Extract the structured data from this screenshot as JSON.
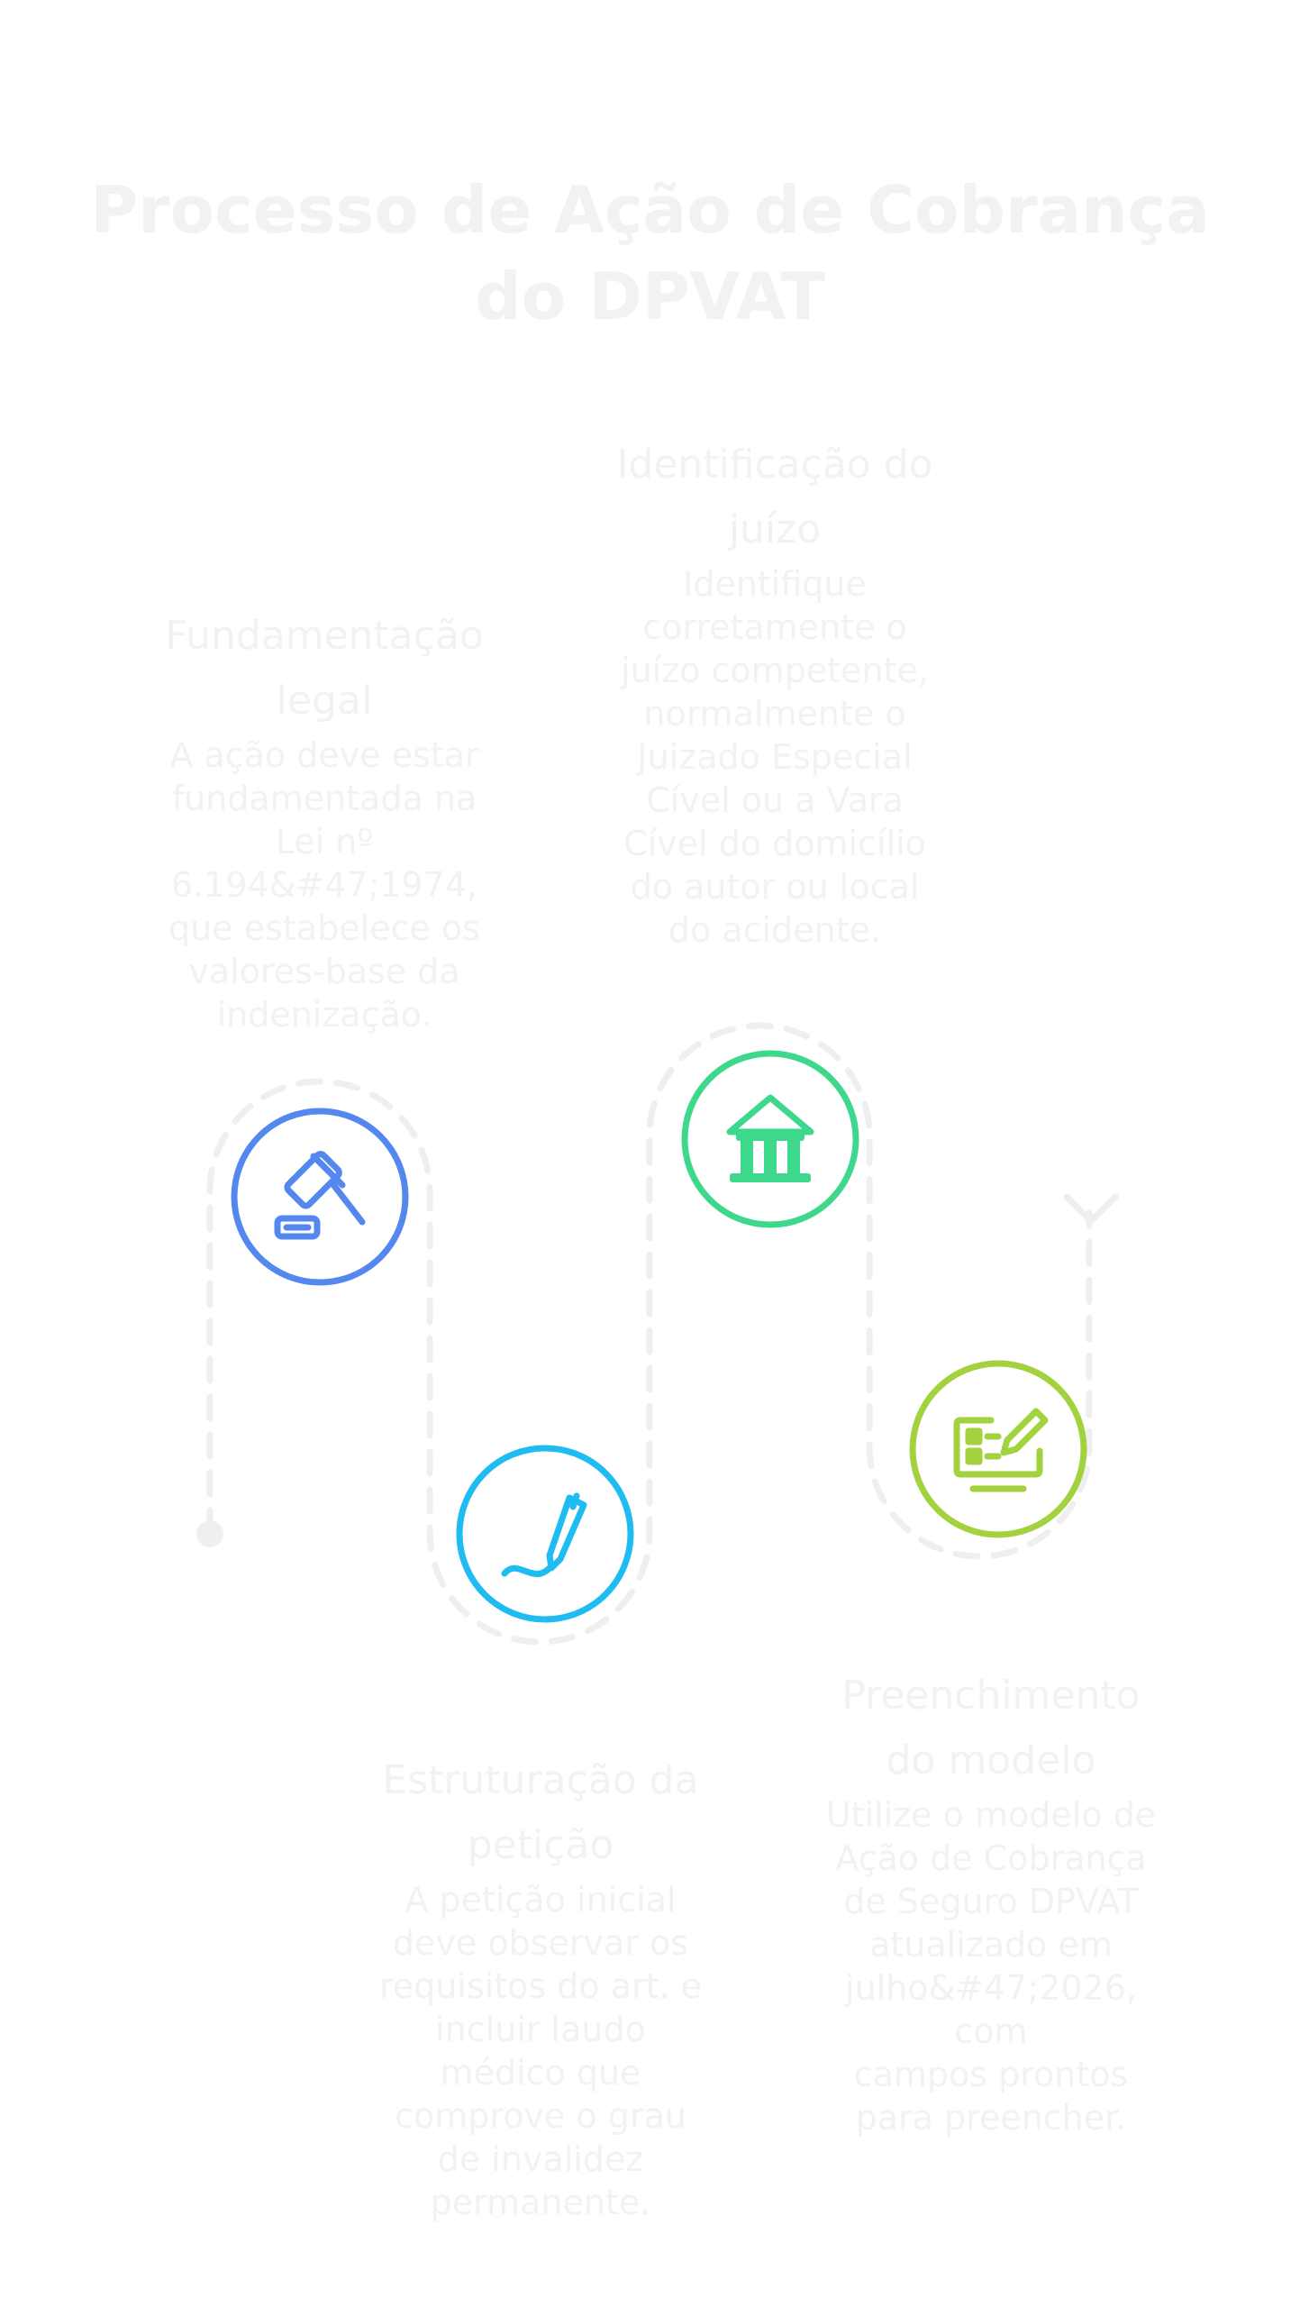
{
  "title": "Processo de Ação de Cobrança do DPVAT",
  "colors": {
    "connector": "#efefef",
    "text": "#f2f2f2",
    "step1": "#5488ef",
    "step2": "#1fbcf1",
    "step3": "#3ed88c",
    "step4": "#a2d23d"
  },
  "steps": [
    {
      "heading": "Fundamentação\nlegal",
      "description": "A ação deve estar\nfundamentada na\nLei nº 6.194&#47;1974,\nque estabelece os\nvalores-base da\nindenização.",
      "icon": "gavel-icon",
      "color": "#5488ef"
    },
    {
      "heading": "Estruturação da\npetição",
      "description": "A petição inicial\ndeve observar os\nrequisitos do art. e\nincluir laudo\nmédico que\ncomprove o grau\nde invalidez\npermanente.",
      "icon": "pen-signature-icon",
      "color": "#1fbcf1"
    },
    {
      "heading": "Identificação do\njuízo",
      "description": "Identifique\ncorretamente o\njuízo competente,\nnormalmente o\nJuizado Especial\nCível ou a Vara\nCível do domicílio\ndo autor ou local\ndo acidente.",
      "icon": "courthouse-icon",
      "color": "#3ed88c"
    },
    {
      "heading": "Preenchimento\ndo modelo",
      "description": "Utilize o modelo de\nAção de Cobrança\nde Seguro DPVAT\natualizado em\njulho&#47;2026, com\ncampos prontos\npara preencher.",
      "icon": "form-edit-icon",
      "color": "#a2d23d"
    }
  ]
}
